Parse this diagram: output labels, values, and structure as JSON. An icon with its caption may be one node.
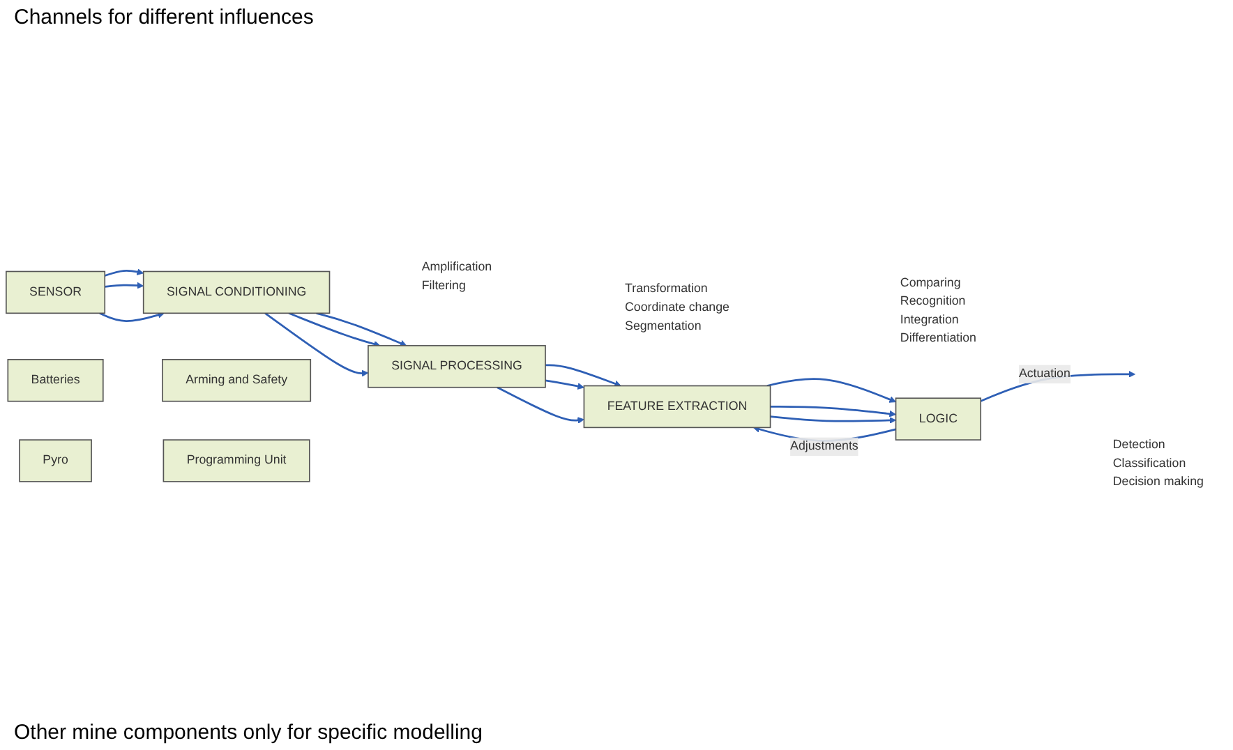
{
  "diagram": {
    "nodes": [
      {
        "text": [
          "SENSOR"
        ]
      },
      {
        "text": [
          "SIGNAL CONDITIONING"
        ],
        "beside": [
          "Amplification",
          "Filtering"
        ]
      },
      {
        "text": [
          "SIGNAL PROCESSING"
        ],
        "beside": [
          "Transformation",
          "Coordinate change",
          "Segmentation"
        ]
      },
      {
        "text": [
          "FEATURE EXTRACTION"
        ],
        "beside": [
          "Comparing",
          "Recognition",
          "Integration",
          "Differentiation"
        ]
      },
      {
        "text": [
          "LOGIC"
        ],
        "beside": [
          "Detection",
          "Classification",
          "Decision making"
        ]
      },
      {
        "text": [
          "Batteries"
        ]
      },
      {
        "text": [
          "Pyro"
        ]
      },
      {
        "text": [
          "Arming and Safety"
        ]
      },
      {
        "text": [
          "Programming Unit"
        ]
      }
    ],
    "edges": [
      {
        "from": 0,
        "to": 1,
        "arrow": "to"
      },
      {
        "from": 0,
        "to": 1,
        "arrow": "to"
      },
      {
        "from": 0,
        "to": 1,
        "arrow": "to"
      },
      {
        "from": 1,
        "to": 2,
        "arrow": "to"
      },
      {
        "from": 1,
        "to": 2,
        "arrow": "to"
      },
      {
        "from": 1,
        "to": 2,
        "arrow": "to"
      },
      {
        "from": 2,
        "to": 3,
        "arrow": "to"
      },
      {
        "from": 2,
        "to": 3,
        "arrow": "to"
      },
      {
        "from": 2,
        "to": 3,
        "arrow": "to"
      },
      {
        "from": 3,
        "to": 4,
        "arrow": "to"
      },
      {
        "from": 3,
        "to": 4,
        "arrow": "to"
      },
      {
        "from": 3,
        "to": 4,
        "arrow": "to"
      },
      {
        "from": 4,
        "to": 3,
        "arrow": "to",
        "label": "Adjustments"
      },
      {
        "from": 4,
        "to": null,
        "arrow": "to",
        "label": "Actuation"
      }
    ],
    "labels": [
      "Channels for different influences",
      "Other mine components only for specific modelling"
    ]
  }
}
